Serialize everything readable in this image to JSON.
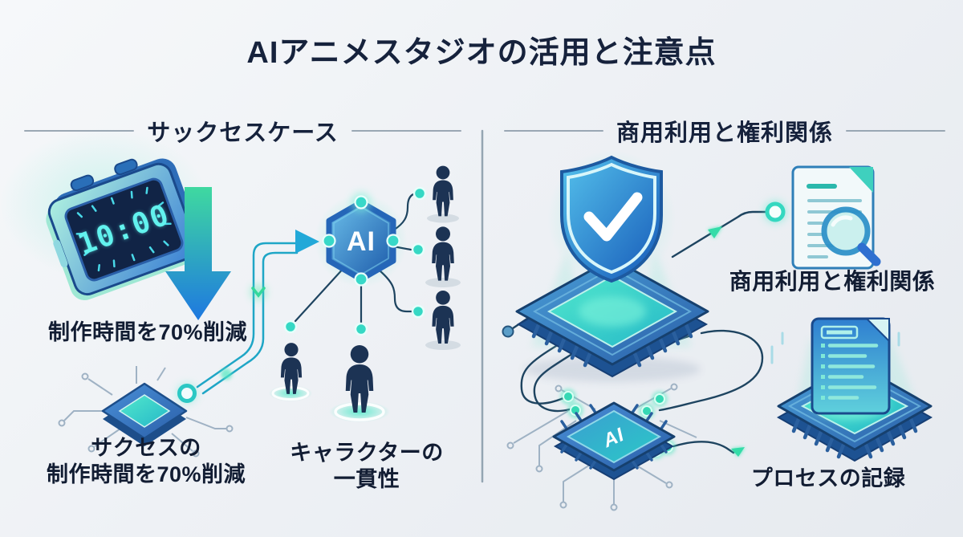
{
  "title": "AIアニメスタジオの活用と注意点",
  "left_section": {
    "heading": "サックセスケース",
    "clock_time": "10:00",
    "time_caption": "制作時間を70%削減",
    "chip_caption_line1": "サクセスの",
    "chip_caption_line2": "制作時間を70%削減",
    "ai_node_label": "AI",
    "character_caption_line1": "キャラクターの",
    "character_caption_line2": "一貫性"
  },
  "right_section": {
    "heading": "商用利用と権利関係",
    "document_caption": "商用利用と権利関係",
    "ai_chip_label": "AI",
    "process_caption": "プロセスの記録"
  },
  "colors": {
    "background": "#eef1f5",
    "title_text": "#16223c",
    "caption_text": "#121d33",
    "accent_teal": "#2ed3b7",
    "accent_blue": "#2e6fd8",
    "connector_dark": "#1e4460",
    "connector_teal": "#1fa6c6",
    "divider": "#7f93a2",
    "clock_digits": "#62f2ee",
    "person_silhouette": "#1c3354"
  },
  "icons": {
    "clock": "digital-clock-icon",
    "down_arrow": "down-arrow-icon",
    "success_chip": "cpu-chip-icon",
    "ai_hexagon": "ai-hexagon-node-icon",
    "person": "person-silhouette-icon",
    "shield_chip": "shield-check-chip-icon",
    "document_search": "document-magnifier-icon",
    "ai_chip": "ai-cpu-chip-icon",
    "process_document": "process-document-chip-icon"
  }
}
